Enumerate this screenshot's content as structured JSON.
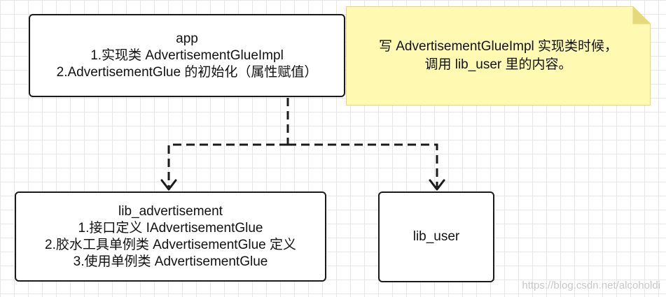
{
  "nodes": {
    "app": {
      "name": "app",
      "line1": "1.实现类 AdvertisementGlueImpl",
      "line2": "2.AdvertisementGlue 的初始化（属性赋值）"
    },
    "lib_advertisement": {
      "name": "lib_advertisement",
      "line1": "1.接口定义 IAdvertisementGlue",
      "line2": "2.胶水工具单例类 AdvertisementGlue 定义",
      "line3": "3.使用单例类 AdvertisementGlue"
    },
    "lib_user": {
      "name": "lib_user"
    }
  },
  "note": {
    "line1": "写 AdvertisementGlueImpl 实现类时候，",
    "line2": "调用 lib_user 里的内容。",
    "fill": "#fff9b1",
    "border": "#e6d97a"
  },
  "edges": [
    {
      "from": "app",
      "to": "lib_advertisement",
      "style": "dashed"
    },
    {
      "from": "app",
      "to": "lib_user",
      "style": "dashed"
    }
  ],
  "watermark": "https://blog.csdn.net/alcoholdi"
}
